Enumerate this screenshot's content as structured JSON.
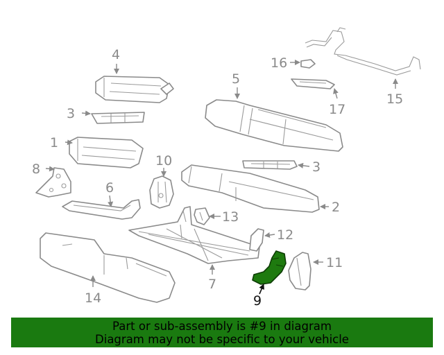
{
  "diagram": {
    "callouts": {
      "c1": "1",
      "c2": "2",
      "c3a": "3",
      "c3b": "3",
      "c4": "4",
      "c5": "5",
      "c6": "6",
      "c7": "7",
      "c8": "8",
      "c9": "9",
      "c10": "10",
      "c11": "11",
      "c12": "12",
      "c13": "13",
      "c14": "14",
      "c15": "15",
      "c16": "16",
      "c17": "17"
    },
    "highlighted_part": "9",
    "highlight_color": "#1e7a0f"
  },
  "banner": {
    "line1": "Part or sub-assembly is #9 in diagram",
    "line2": "Diagram may not be specific to your vehicle",
    "background": "#1a7a10"
  }
}
